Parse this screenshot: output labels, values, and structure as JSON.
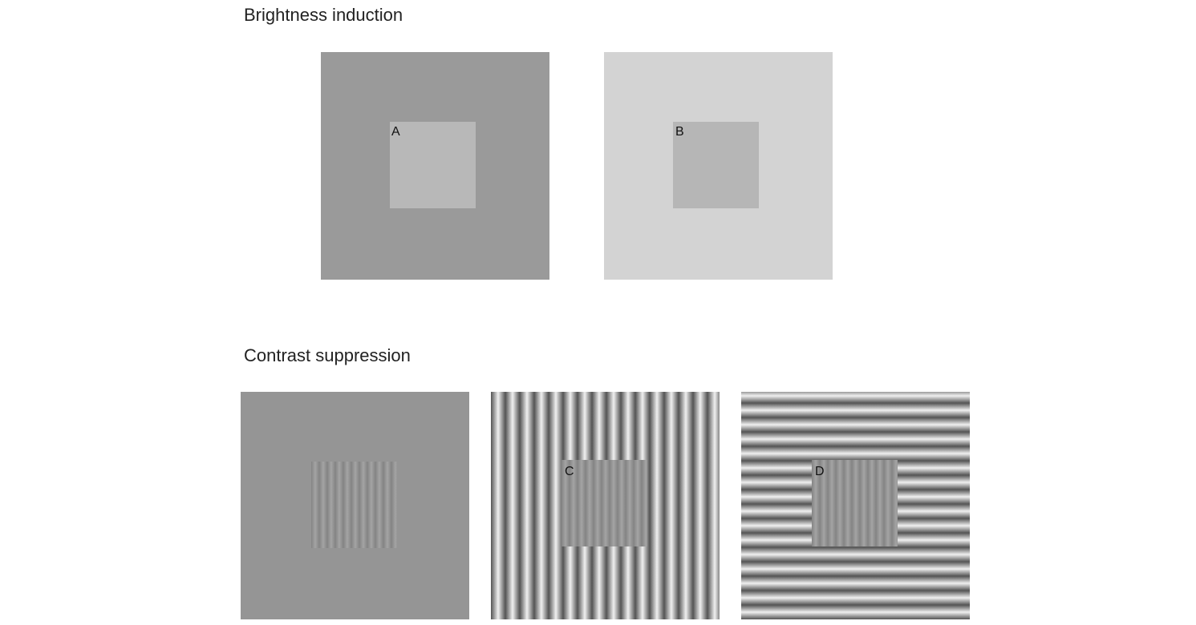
{
  "sections": {
    "brightness": {
      "title": "Brightness induction"
    },
    "contrast": {
      "title": "Contrast suppression"
    }
  },
  "panels": {
    "a": {
      "label": "A",
      "surround_color": "#9a9a9a",
      "center_color": "#b8b8b8"
    },
    "b": {
      "label": "B",
      "surround_color": "#d3d3d3",
      "center_color": "#b6b6b6"
    },
    "plain": {
      "surround_color": "#959595",
      "center": "vertical low-contrast grating"
    },
    "c": {
      "label": "C",
      "surround": "vertical high-contrast grating",
      "center": "vertical low-contrast grating"
    },
    "d": {
      "label": "D",
      "surround": "horizontal high-contrast grating",
      "center": "vertical low-contrast grating"
    }
  }
}
